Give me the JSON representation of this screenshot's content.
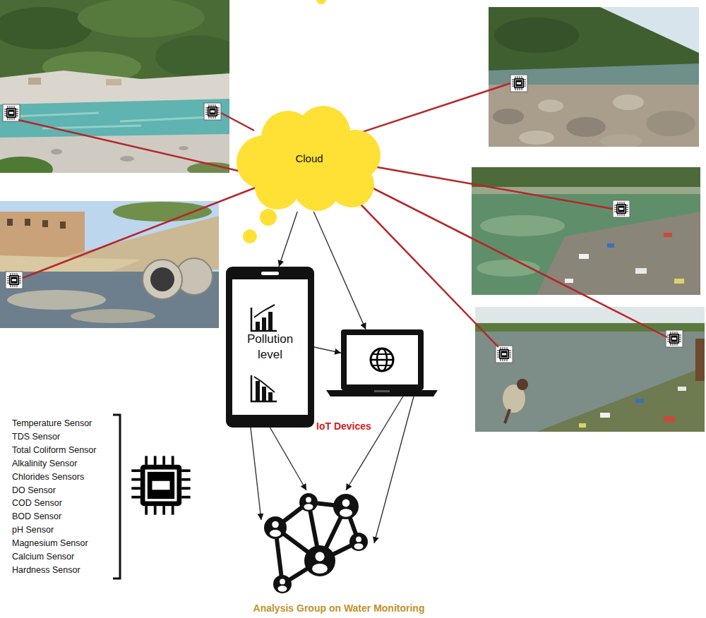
{
  "diagram": {
    "nodes": [
      {
        "text": [
          "Cloud"
        ]
      },
      {
        "text": [
          "Pollution level"
        ]
      },
      {
        "text": [
          "IoT Devices"
        ]
      },
      {
        "text": [
          "Analysis Group on Water Monitoring"
        ]
      }
    ],
    "edges": [
      {
        "from": 0,
        "to": 1,
        "arrow": "to"
      },
      {
        "from": 0,
        "to": 2,
        "arrow": "to"
      },
      {
        "from": 1,
        "to": 2,
        "arrow": "to"
      },
      {
        "from": 1,
        "to": 3,
        "arrow": "to"
      },
      {
        "from": 1,
        "to": 3,
        "arrow": "to"
      },
      {
        "from": 2,
        "to": 3,
        "arrow": "to"
      },
      {
        "from": 2,
        "to": 3,
        "arrow": "to"
      }
    ],
    "labels": [
      "Temperature Sensor",
      "TDS Sensor",
      "Total Coliform Sensor",
      "Alkalinity Sensor",
      "Chlorides Sensors",
      "DO Sensor",
      "COD Sensor",
      "BOD Sensor",
      "pH Sensor",
      "Magnesium Sensor",
      "Calcium Sensor",
      "Hardness Sensor"
    ]
  }
}
